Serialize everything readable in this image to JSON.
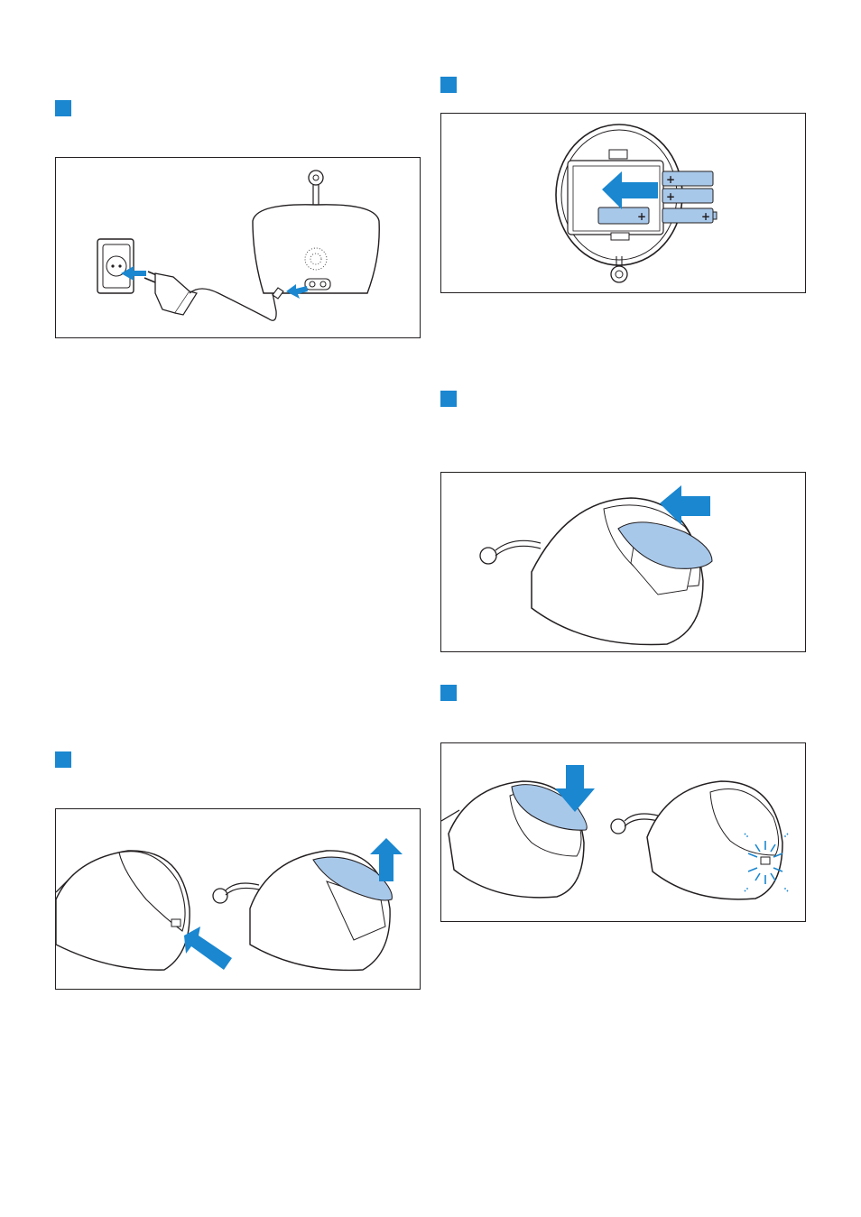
{
  "colors": {
    "accent_blue": "#1a87d0",
    "light_blue": "#a8c8ea",
    "line": "#231f20"
  },
  "steps": [
    {
      "id": "step-mains-adapter",
      "illustration": "plug-adapter-into-socket-and-monitor"
    },
    {
      "id": "step-insert-batteries",
      "illustration": "insert-three-batteries",
      "battery_symbol": "+"
    },
    {
      "id": "step-slide-cover",
      "illustration": "slide-battery-cover-on"
    },
    {
      "id": "step-close-cover",
      "illustration": "press-cover-until-click"
    },
    {
      "id": "step-open-cover",
      "illustration": "press-latch-and-lift-cover"
    }
  ]
}
